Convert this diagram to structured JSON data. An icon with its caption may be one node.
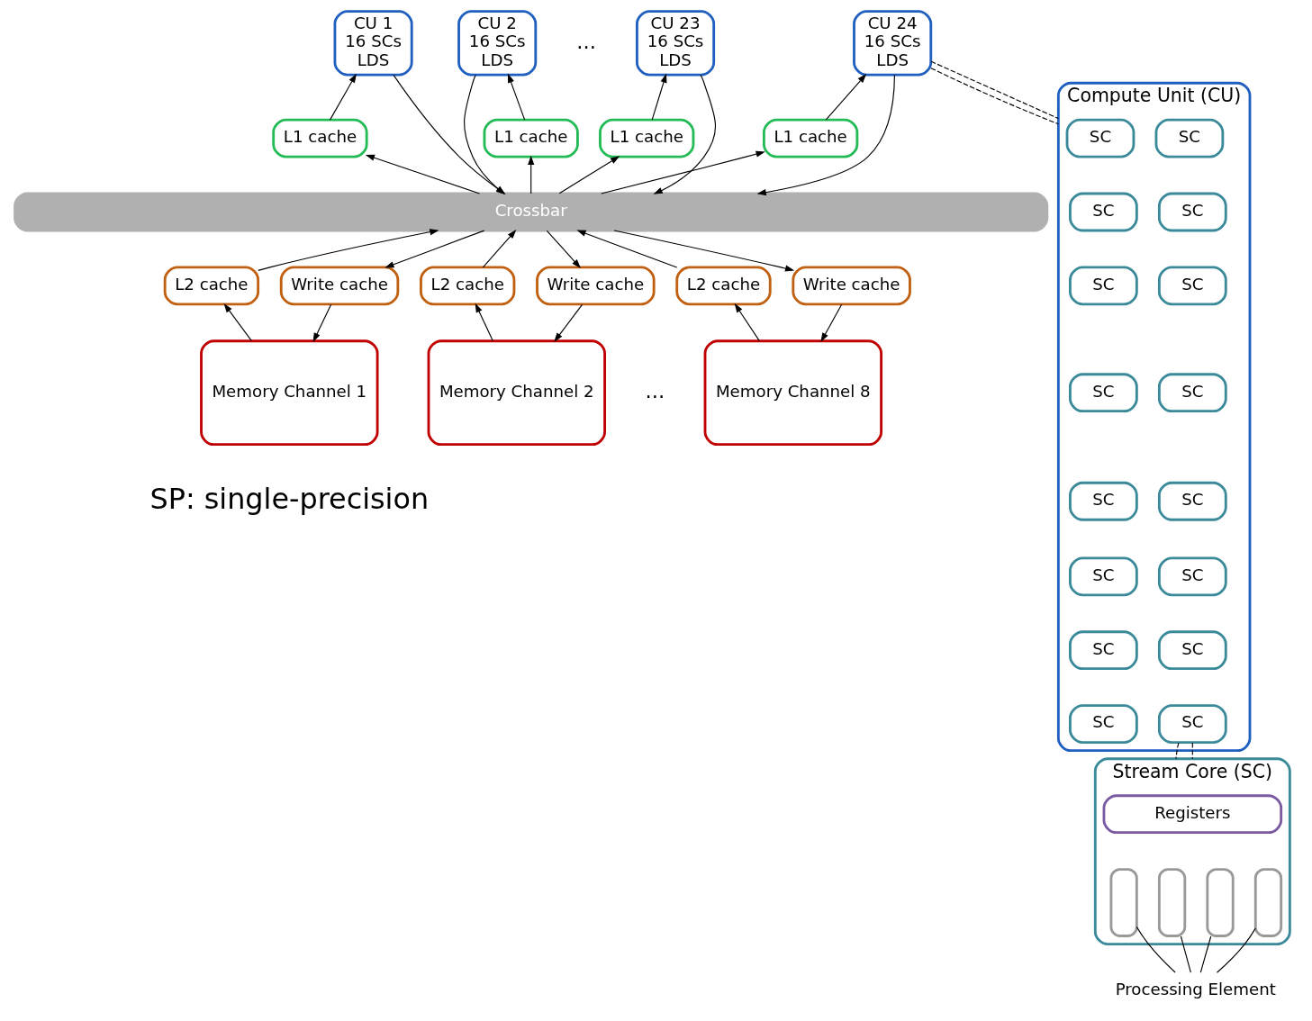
{
  "diagram": {
    "nodes": [
      {
        "text": [
          "CU 1",
          "16 SCs",
          "LDS"
        ]
      },
      {
        "text": [
          "CU 2",
          "16 SCs",
          "LDS"
        ]
      },
      {
        "text": [
          "CU 23",
          "16 SCs",
          "LDS"
        ]
      },
      {
        "text": [
          "CU 24",
          "16 SCs",
          "LDS"
        ]
      },
      {
        "text": [
          "L1 cache"
        ]
      },
      {
        "text": [
          "L1 cache"
        ]
      },
      {
        "text": [
          "L1 cache"
        ]
      },
      {
        "text": [
          "L1 cache"
        ]
      },
      {
        "text": [
          "Crossbar"
        ]
      },
      {
        "text": [
          "L2 cache"
        ]
      },
      {
        "text": [
          "Write cache"
        ]
      },
      {
        "text": [
          "L2 cache"
        ]
      },
      {
        "text": [
          "Write cache"
        ]
      },
      {
        "text": [
          "L2 cache"
        ]
      },
      {
        "text": [
          "Write cache"
        ]
      },
      {
        "text": [
          "Memory Channel 1"
        ]
      },
      {
        "text": [
          "Memory Channel 2"
        ]
      },
      {
        "text": [
          "Memory Channel 8"
        ]
      },
      {
        "text": [
          "Compute Unit (CU)"
        ]
      },
      {
        "text": [
          "SC"
        ],
        "in": 18
      },
      {
        "text": [
          "SC"
        ],
        "in": 18
      },
      {
        "text": [
          "SC"
        ],
        "in": 18
      },
      {
        "text": [
          "SC"
        ],
        "in": 18
      },
      {
        "text": [
          "SC"
        ],
        "in": 18
      },
      {
        "text": [
          "SC"
        ],
        "in": 18
      },
      {
        "text": [
          "SC"
        ],
        "in": 18
      },
      {
        "text": [
          "SC"
        ],
        "in": 18
      },
      {
        "text": [
          "SC"
        ],
        "in": 18
      },
      {
        "text": [
          "SC"
        ],
        "in": 18
      },
      {
        "text": [
          "SC"
        ],
        "in": 18
      },
      {
        "text": [
          "SC"
        ],
        "in": 18
      },
      {
        "text": [
          "SC"
        ],
        "in": 18
      },
      {
        "text": [
          "SC"
        ],
        "in": 18
      },
      {
        "text": [
          "SC"
        ],
        "in": 18
      },
      {
        "text": [
          "SC"
        ],
        "in": 18
      },
      {
        "text": [
          "Stream Core (SC)"
        ]
      },
      {
        "text": [
          "Registers"
        ],
        "in": 35
      },
      {
        "text": [],
        "shape": "box",
        "in": 35
      },
      {
        "text": [],
        "shape": "box",
        "in": 35
      },
      {
        "text": [],
        "shape": "box",
        "in": 35
      },
      {
        "text": [],
        "shape": "box",
        "in": 35
      },
      {
        "text": [
          "Processing Element"
        ]
      }
    ],
    "edges": [
      {
        "from": 4,
        "to": 0,
        "arrow": "to"
      },
      {
        "from": 0,
        "to": 8,
        "arrow": "to"
      },
      {
        "from": 8,
        "to": 4,
        "arrow": "to"
      },
      {
        "from": 5,
        "to": 1,
        "arrow": "to"
      },
      {
        "from": 1,
        "to": 8,
        "arrow": "to"
      },
      {
        "from": 8,
        "to": 5,
        "arrow": "to"
      },
      {
        "from": 6,
        "to": 2,
        "arrow": "to"
      },
      {
        "from": 2,
        "to": 8,
        "arrow": "to"
      },
      {
        "from": 8,
        "to": 6,
        "arrow": "to"
      },
      {
        "from": 7,
        "to": 3,
        "arrow": "to"
      },
      {
        "from": 3,
        "to": 8,
        "arrow": "to"
      },
      {
        "from": 8,
        "to": 7,
        "arrow": "to"
      },
      {
        "from": 9,
        "to": 8,
        "arrow": "to"
      },
      {
        "from": 8,
        "to": 10,
        "arrow": "to"
      },
      {
        "from": 11,
        "to": 8,
        "arrow": "to"
      },
      {
        "from": 8,
        "to": 12,
        "arrow": "to"
      },
      {
        "from": 13,
        "to": 8,
        "arrow": "to"
      },
      {
        "from": 8,
        "to": 14,
        "arrow": "to"
      },
      {
        "from": 15,
        "to": 9,
        "arrow": "to"
      },
      {
        "from": 10,
        "to": 15,
        "arrow": "to"
      },
      {
        "from": 16,
        "to": 11,
        "arrow": "to"
      },
      {
        "from": 12,
        "to": 16,
        "arrow": "to"
      },
      {
        "from": 17,
        "to": 13,
        "arrow": "to"
      },
      {
        "from": 14,
        "to": 17,
        "arrow": "to"
      },
      {
        "from": 3,
        "to": 18,
        "arrow": "none",
        "style": "dashed"
      },
      {
        "from": 3,
        "to": 18,
        "arrow": "none",
        "style": "dashed"
      },
      {
        "from": 34,
        "to": 35,
        "arrow": "none",
        "style": "dashed"
      },
      {
        "from": 34,
        "to": 35,
        "arrow": "none",
        "style": "dashed"
      },
      {
        "from": 41,
        "to": 37,
        "arrow": "none"
      },
      {
        "from": 41,
        "to": 38,
        "arrow": "none"
      },
      {
        "from": 41,
        "to": 39,
        "arrow": "none"
      },
      {
        "from": 41,
        "to": 40,
        "arrow": "none"
      }
    ],
    "labels": [
      "...",
      "...",
      "SP: single-precision"
    ]
  }
}
